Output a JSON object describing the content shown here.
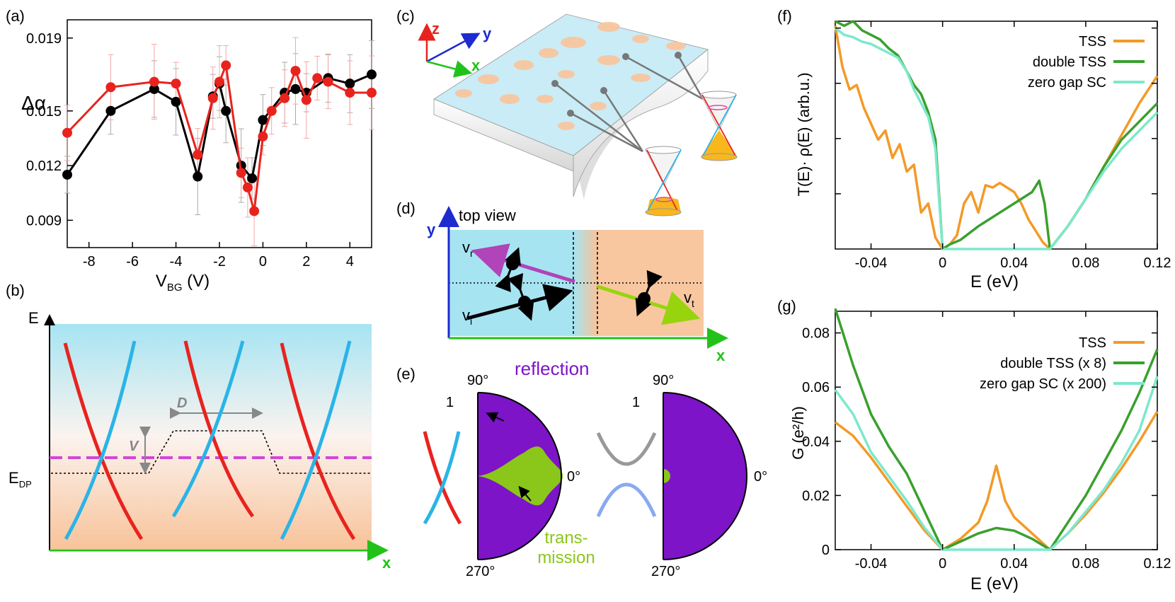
{
  "panels": {
    "a": {
      "label": "(a)"
    },
    "b": {
      "label": "(b)"
    },
    "c": {
      "label": "(c)"
    },
    "d": {
      "label": "(d)"
    },
    "e": {
      "label": "(e)"
    },
    "f": {
      "label": "(f)"
    },
    "g": {
      "label": "(g)"
    }
  },
  "chart_data": [
    {
      "id": "a",
      "type": "line",
      "xlabel": "V_BG (V)",
      "ylabel": "Δα",
      "xlim": [
        -9,
        5
      ],
      "ylim": [
        0.0075,
        0.02
      ],
      "xticks": [
        "-8",
        "-6",
        "-4",
        "-2",
        "0",
        "2",
        "4"
      ],
      "xtick_values": [
        -8,
        -6,
        -4,
        -2,
        0,
        2,
        4
      ],
      "yticks": [
        "0.009",
        "0.012",
        "0.015",
        "0.019"
      ],
      "ytick_values": [
        0.009,
        0.012,
        0.015,
        0.019
      ],
      "series": [
        {
          "color": "#000000",
          "x": [
            -9,
            -7,
            -5,
            -4,
            -3,
            -2.3,
            -2,
            -1.7,
            -1,
            -0.5,
            0,
            1,
            1.5,
            2,
            3,
            4,
            5
          ],
          "y": [
            0.0115,
            0.015,
            0.0162,
            0.0155,
            0.0114,
            0.0158,
            0.0165,
            0.015,
            0.012,
            0.0113,
            0.0145,
            0.016,
            0.0162,
            0.016,
            0.0168,
            0.0165,
            0.017
          ]
        },
        {
          "color": "#e8231e",
          "x": [
            -9,
            -7,
            -5,
            -4,
            -3,
            -2.3,
            -2,
            -1.7,
            -1,
            -0.7,
            -0.4,
            0,
            0.4,
            1,
            1.5,
            2,
            2.5,
            3,
            4,
            5
          ],
          "y": [
            0.0138,
            0.0163,
            0.0166,
            0.0165,
            0.0126,
            0.0157,
            0.0166,
            0.0175,
            0.0116,
            0.0108,
            0.0095,
            0.0136,
            0.015,
            0.0157,
            0.0172,
            0.0156,
            0.0168,
            0.0166,
            0.016,
            0.016
          ]
        }
      ]
    },
    {
      "id": "f",
      "type": "line",
      "xlabel": "E (eV)",
      "ylabel": "T(E)· ρ(E) (arb.u.)",
      "xlim": [
        -0.06,
        0.12
      ],
      "ylim": [
        0,
        1
      ],
      "xticks": [
        "-0.04",
        "0",
        "0.04",
        "0.08",
        "0.12"
      ],
      "xtick_values": [
        -0.04,
        0,
        0.04,
        0.08,
        0.12
      ],
      "legend_position": "top-right",
      "series": [
        {
          "name": "TSS",
          "color": "#f39a27",
          "x": [
            -0.06,
            -0.056,
            -0.052,
            -0.048,
            -0.044,
            -0.04,
            -0.036,
            -0.032,
            -0.028,
            -0.024,
            -0.02,
            -0.016,
            -0.012,
            -0.008,
            -0.004,
            0,
            0.004,
            0.008,
            0.012,
            0.016,
            0.02,
            0.024,
            0.028,
            0.032,
            0.036,
            0.04,
            0.044,
            0.048,
            0.052,
            0.056,
            0.06,
            0.07,
            0.08,
            0.09,
            0.1,
            0.11,
            0.12
          ],
          "y": [
            0.98,
            0.8,
            0.7,
            0.72,
            0.62,
            0.55,
            0.48,
            0.52,
            0.4,
            0.46,
            0.34,
            0.37,
            0.16,
            0.2,
            0.05,
            0.0,
            0.02,
            0.06,
            0.2,
            0.25,
            0.16,
            0.28,
            0.27,
            0.29,
            0.27,
            0.25,
            0.2,
            0.13,
            0.08,
            0.03,
            0.0,
            0.1,
            0.22,
            0.36,
            0.5,
            0.64,
            0.76
          ]
        },
        {
          "name": "double TSS",
          "color": "#3aa02e",
          "x": [
            -0.06,
            -0.055,
            -0.05,
            -0.045,
            -0.04,
            -0.035,
            -0.03,
            -0.025,
            -0.02,
            -0.016,
            -0.012,
            -0.008,
            -0.004,
            0,
            0.004,
            0.01,
            0.02,
            0.03,
            0.04,
            0.05,
            0.054,
            0.057,
            0.06,
            0.07,
            0.08,
            0.09,
            0.1,
            0.11,
            0.12
          ],
          "y": [
            1.0,
            0.98,
            1.0,
            0.96,
            0.94,
            0.92,
            0.88,
            0.85,
            0.78,
            0.72,
            0.68,
            0.6,
            0.48,
            0.0,
            0.02,
            0.04,
            0.1,
            0.15,
            0.2,
            0.25,
            0.3,
            0.2,
            0.0,
            0.1,
            0.22,
            0.36,
            0.48,
            0.56,
            0.64
          ]
        },
        {
          "name": "zero gap SC",
          "color": "#7de8cc",
          "x": [
            -0.06,
            -0.055,
            -0.05,
            -0.045,
            -0.04,
            -0.035,
            -0.03,
            -0.025,
            -0.02,
            -0.016,
            -0.012,
            -0.008,
            -0.004,
            0,
            0.01,
            0.02,
            0.03,
            0.04,
            0.05,
            0.06,
            0.07,
            0.08,
            0.09,
            0.1,
            0.11,
            0.12
          ],
          "y": [
            0.97,
            0.94,
            0.93,
            0.91,
            0.9,
            0.88,
            0.86,
            0.84,
            0.78,
            0.7,
            0.64,
            0.58,
            0.44,
            0.0,
            0.0,
            0.0,
            0.0,
            0.0,
            0.0,
            0.0,
            0.1,
            0.22,
            0.34,
            0.44,
            0.52,
            0.6
          ]
        }
      ]
    },
    {
      "id": "g",
      "type": "line",
      "xlabel": "E (eV)",
      "ylabel": "G (e²/h)",
      "xlim": [
        -0.06,
        0.12
      ],
      "ylim": [
        0,
        0.088
      ],
      "xticks": [
        "-0.04",
        "0",
        "0.04",
        "0.08",
        "0.12"
      ],
      "xtick_values": [
        -0.04,
        0,
        0.04,
        0.08,
        0.12
      ],
      "yticks": [
        "0",
        "0.02",
        "0.04",
        "0.06",
        "0.08"
      ],
      "ytick_values": [
        0,
        0.02,
        0.04,
        0.06,
        0.08
      ],
      "legend_position": "top-right",
      "series": [
        {
          "name": "TSS",
          "color": "#f39a27",
          "x": [
            -0.06,
            -0.05,
            -0.04,
            -0.03,
            -0.02,
            -0.01,
            0,
            0.01,
            0.02,
            0.025,
            0.03,
            0.035,
            0.04,
            0.05,
            0.06,
            0.07,
            0.08,
            0.09,
            0.1,
            0.11,
            0.12
          ],
          "y": [
            0.047,
            0.042,
            0.034,
            0.025,
            0.016,
            0.007,
            0.0,
            0.004,
            0.01,
            0.018,
            0.031,
            0.018,
            0.012,
            0.006,
            0.0,
            0.006,
            0.013,
            0.021,
            0.03,
            0.04,
            0.051
          ]
        },
        {
          "name": "double TSS (x 8)",
          "color": "#3aa02e",
          "x": [
            -0.06,
            -0.05,
            -0.04,
            -0.03,
            -0.02,
            -0.01,
            0,
            0.01,
            0.02,
            0.03,
            0.04,
            0.05,
            0.06,
            0.07,
            0.08,
            0.09,
            0.1,
            0.11,
            0.12
          ],
          "y": [
            0.089,
            0.068,
            0.05,
            0.038,
            0.028,
            0.014,
            0.0,
            0.003,
            0.006,
            0.008,
            0.007,
            0.004,
            0.0,
            0.01,
            0.02,
            0.032,
            0.044,
            0.058,
            0.074
          ]
        },
        {
          "name": "zero gap SC (x 200)",
          "color": "#7de8cc",
          "x": [
            -0.06,
            -0.05,
            -0.04,
            -0.03,
            -0.02,
            -0.01,
            0,
            0.01,
            0.02,
            0.03,
            0.04,
            0.05,
            0.06,
            0.07,
            0.08,
            0.09,
            0.1,
            0.11,
            0.12
          ],
          "y": [
            0.059,
            0.05,
            0.036,
            0.027,
            0.018,
            0.008,
            0.0,
            0.0,
            0.0,
            0.0,
            0.0,
            0.0,
            0.0,
            0.006,
            0.014,
            0.022,
            0.032,
            0.044,
            0.064
          ]
        }
      ]
    }
  ],
  "diagram_b": {
    "axis_y": "E",
    "axis_x": "x",
    "label_edp_main": "E",
    "label_edp_sub": "DP",
    "label_d": "D",
    "label_v": "V"
  },
  "diagram_c": {
    "axis_z": "z",
    "axis_y": "y",
    "axis_x": "x"
  },
  "diagram_d": {
    "title": "top view",
    "axis_y": "y",
    "axis_x": "x",
    "label_vr": "v",
    "label_vr_sub": "r",
    "label_vi": "v",
    "label_vi_sub": "i",
    "label_vt": "v",
    "label_vt_sub": "t"
  },
  "diagram_e": {
    "reflection": "reflection",
    "transmission_line1": "trans-",
    "transmission_line2": "mission",
    "angle_90": "90°",
    "angle_0": "0°",
    "angle_270": "270°",
    "radius_1": "1"
  }
}
